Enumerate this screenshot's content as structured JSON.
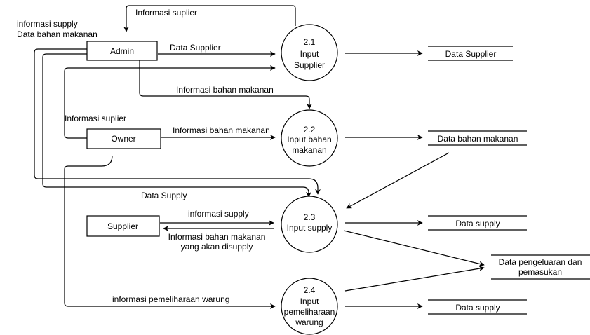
{
  "processes": {
    "p21": {
      "num": "2.1",
      "line1": "Input",
      "line2": "Supplier"
    },
    "p22": {
      "num": "2.2",
      "line1": "Input bahan",
      "line2": "makanan"
    },
    "p23": {
      "num": "2.3",
      "line1": "Input supply"
    },
    "p24": {
      "num": "2.4",
      "line1": "Input",
      "line2": "pemeliharaan",
      "line3": "warung"
    }
  },
  "entities": {
    "admin": "Admin",
    "owner": "Owner",
    "supplier": "Supplier"
  },
  "stores": {
    "supplier": "Data Supplier",
    "bahan": "Data bahan makanan",
    "supply1": "Data supply",
    "pengeluaran_l1": "Data pengeluaran dan",
    "pengeluaran_l2": "pemasukan",
    "supply2": "Data supply"
  },
  "flows": {
    "info_suplier_top": "Informasi suplier",
    "info_supply_left": "informasi supply",
    "data_bahan_left": "Data bahan makanan",
    "data_supplier": "Data Supplier",
    "info_bahan_admin": "Informasi bahan makanan",
    "info_suplier_owner": "Informasi suplier",
    "info_bahan_owner": "Informasi bahan makanan",
    "data_supply": "Data Supply",
    "info_supply": "informasi supply",
    "info_bahan_supply_l1": "Informasi bahan makanan",
    "info_bahan_supply_l2": "yang akan disupply",
    "info_pemeliharaan": "informasi pemeliharaan warung"
  }
}
